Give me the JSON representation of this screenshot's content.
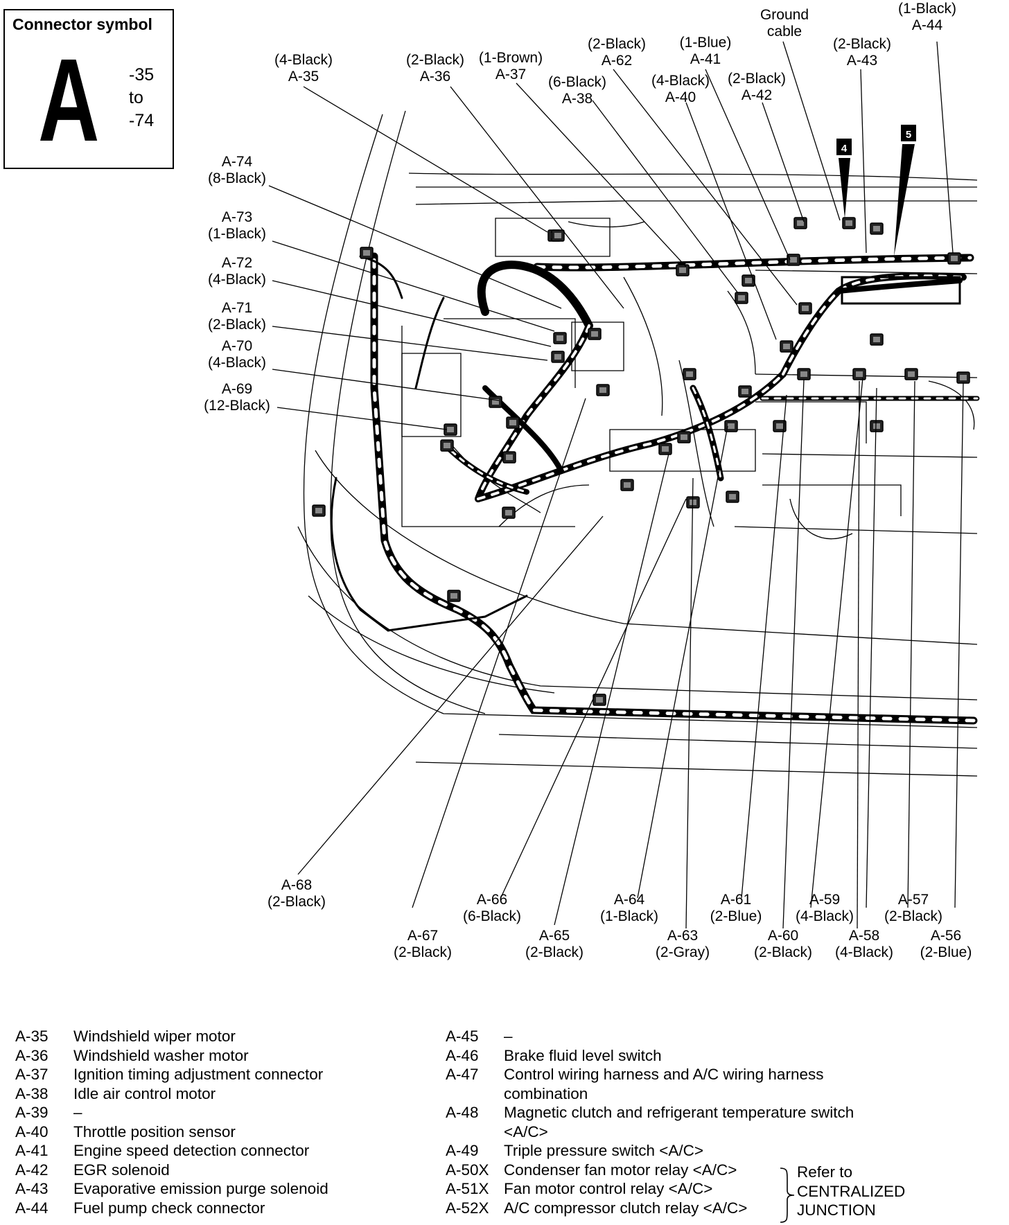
{
  "symbol": {
    "title": "Connector symbol",
    "letter": "A",
    "range": [
      "-35",
      "to",
      "-74"
    ]
  },
  "callouts": [
    {
      "id": "A-35",
      "spec": "(4-Black)"
    },
    {
      "id": "A-36",
      "spec": "(2-Black)"
    },
    {
      "id": "A-37",
      "spec": "(1-Brown)"
    },
    {
      "id": "A-38",
      "spec": "(6-Black)"
    },
    {
      "id": "A-62",
      "spec": "(2-Black)"
    },
    {
      "id": "A-41",
      "spec": "(1-Blue)"
    },
    {
      "id": "A-40",
      "spec": "(4-Black)"
    },
    {
      "id": "A-42",
      "spec": "(2-Black)"
    },
    {
      "id": "A-43",
      "spec": "(2-Black)"
    },
    {
      "id": "A-44",
      "spec": "(1-Black)"
    },
    {
      "id": "A-74",
      "spec": "(8-Black)"
    },
    {
      "id": "A-73",
      "spec": "(1-Black)"
    },
    {
      "id": "A-72",
      "spec": "(4-Black)"
    },
    {
      "id": "A-71",
      "spec": "(2-Black)"
    },
    {
      "id": "A-70",
      "spec": "(4-Black)"
    },
    {
      "id": "A-69",
      "spec": "(12-Black)"
    },
    {
      "id": "A-68",
      "spec": "(2-Black)"
    },
    {
      "id": "A-66",
      "spec": "(6-Black)"
    },
    {
      "id": "A-64",
      "spec": "(1-Black)"
    },
    {
      "id": "A-61",
      "spec": "(2-Blue)"
    },
    {
      "id": "A-59",
      "spec": "(4-Black)"
    },
    {
      "id": "A-57",
      "spec": "(2-Black)"
    },
    {
      "id": "A-67",
      "spec": "(2-Black)"
    },
    {
      "id": "A-65",
      "spec": "(2-Black)"
    },
    {
      "id": "A-63",
      "spec": "(2-Gray)"
    },
    {
      "id": "A-60",
      "spec": "(2-Black)"
    },
    {
      "id": "A-58",
      "spec": "(4-Black)"
    },
    {
      "id": "A-56",
      "spec": "(2-Blue)"
    }
  ],
  "ground_cable": [
    "Ground",
    "cable"
  ],
  "markers": [
    "4",
    "5"
  ],
  "legend_left": [
    {
      "id": "A-35",
      "text": "Windshield wiper motor"
    },
    {
      "id": "A-36",
      "text": "Windshield washer motor"
    },
    {
      "id": "A-37",
      "text": "Ignition timing adjustment connector"
    },
    {
      "id": "A-38",
      "text": "Idle air control motor"
    },
    {
      "id": "A-39",
      "text": "–"
    },
    {
      "id": "A-40",
      "text": "Throttle position sensor"
    },
    {
      "id": "A-41",
      "text": "Engine speed detection connector"
    },
    {
      "id": "A-42",
      "text": "EGR solenoid"
    },
    {
      "id": "A-43",
      "text": "Evaporative emission purge solenoid"
    },
    {
      "id": "A-44",
      "text": "Fuel pump check connector"
    }
  ],
  "legend_right": [
    {
      "id": "A-45",
      "text": "–"
    },
    {
      "id": "A-46",
      "text": "Brake fluid level switch"
    },
    {
      "id": "A-47",
      "text": "Control wiring harness and A/C wiring harness"
    },
    {
      "id": "",
      "text": "combination"
    },
    {
      "id": "A-48",
      "text": "Magnetic clutch and refrigerant temperature switch"
    },
    {
      "id": "",
      "text": "<A/C>"
    },
    {
      "id": "A-49",
      "text": "Triple pressure switch <A/C>"
    },
    {
      "id": "A-50X",
      "text": "Condenser fan motor relay <A/C>"
    },
    {
      "id": "A-51X",
      "text": "Fan motor control relay <A/C>"
    },
    {
      "id": "A-52X",
      "text": "A/C compressor clutch relay <A/C>"
    }
  ],
  "refer_note": [
    "Refer to",
    "CENTRALIZED",
    "JUNCTION"
  ]
}
